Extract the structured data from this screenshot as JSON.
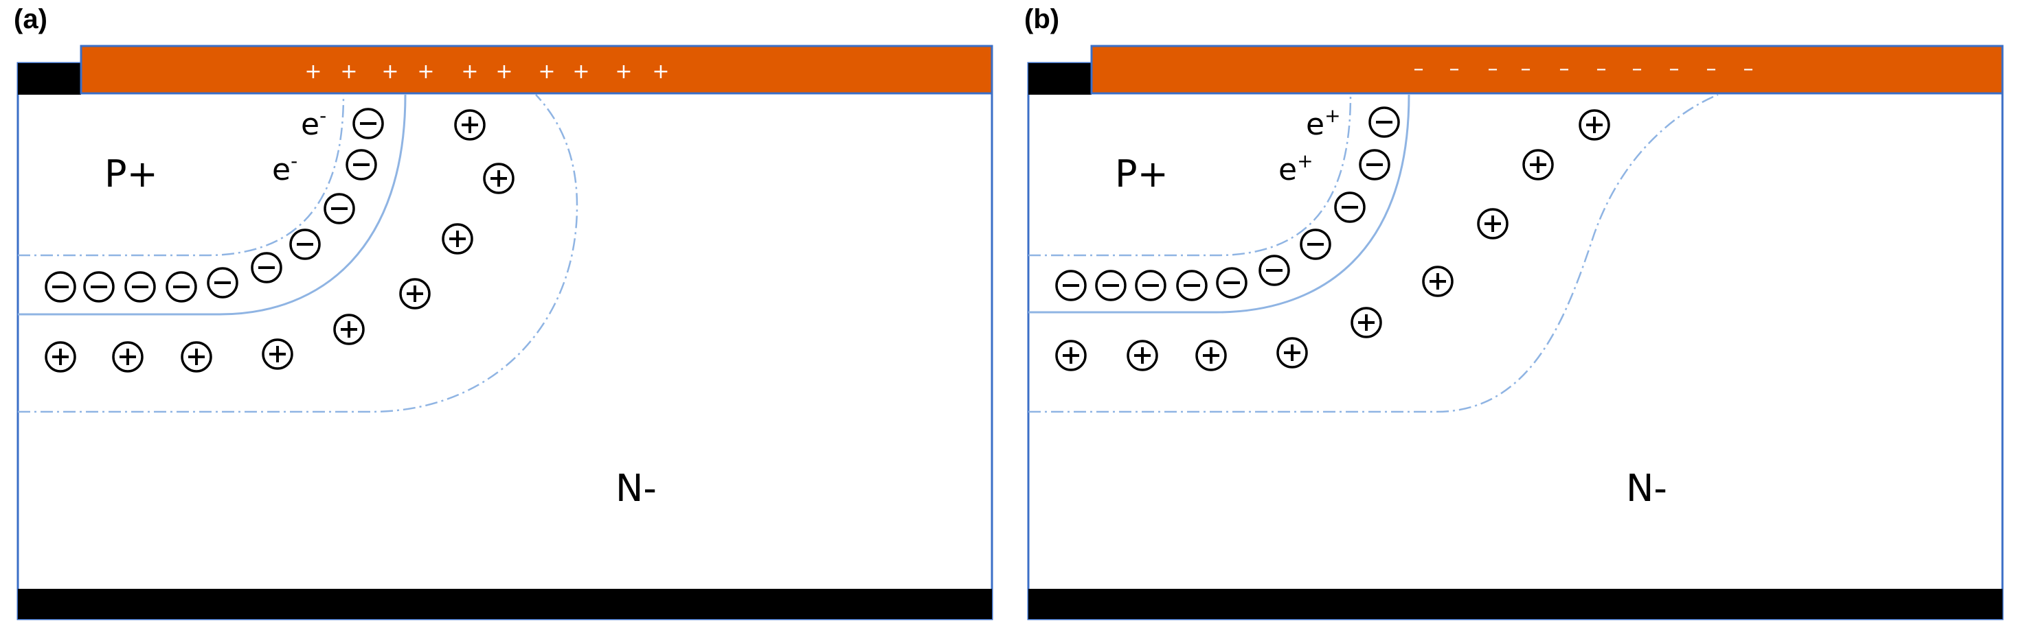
{
  "panels": [
    {
      "label": "(a)",
      "region_p": "P+",
      "region_n": "N-",
      "gate_charge_symbol": "+",
      "gate_charge_count": 10,
      "carrier_base": "e",
      "carrier_sup": "-",
      "colors": {
        "gate": "#e05a00",
        "contact": "#000000",
        "boundary": "#3b6fc7",
        "junction": "#8fb4e3"
      }
    },
    {
      "label": "(b)",
      "region_p": "P+",
      "region_n": "N-",
      "gate_charge_symbol": "–",
      "gate_charge_count": 10,
      "carrier_base": "e",
      "carrier_sup": "+",
      "colors": {
        "gate": "#e05a00",
        "contact": "#000000",
        "boundary": "#3b6fc7",
        "junction": "#8fb4e3"
      }
    }
  ],
  "icons": {
    "negative_ion": "minus-in-circle",
    "positive_ion": "plus-in-circle"
  }
}
